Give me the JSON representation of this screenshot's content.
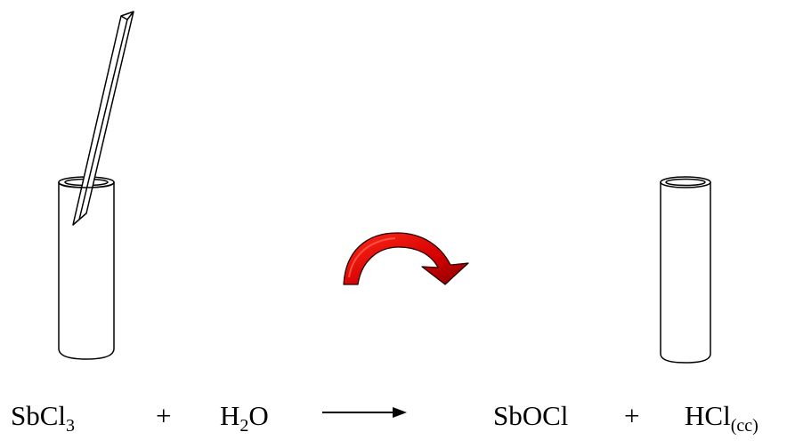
{
  "equation": {
    "reactant_1": {
      "base": "SbCl",
      "sub": "3"
    },
    "plus_1": "+",
    "reactant_2": {
      "base": "H",
      "sub": "2",
      "rest": "O"
    },
    "product_1": "SbOCl",
    "plus_2": "+",
    "product_2": {
      "base": "HCl",
      "sub": "(cc)"
    }
  },
  "colors": {
    "outline": "#000000",
    "curved_arrow_fill": "#e00000",
    "curved_arrow_dark": "#8a0000"
  },
  "icons": {
    "left_tube": "test-tube-icon",
    "rod": "glass-rod-icon",
    "right_tube": "test-tube-icon",
    "curved_arrow": "curved-arrow-icon",
    "reaction_arrow": "reaction-arrow-icon"
  }
}
